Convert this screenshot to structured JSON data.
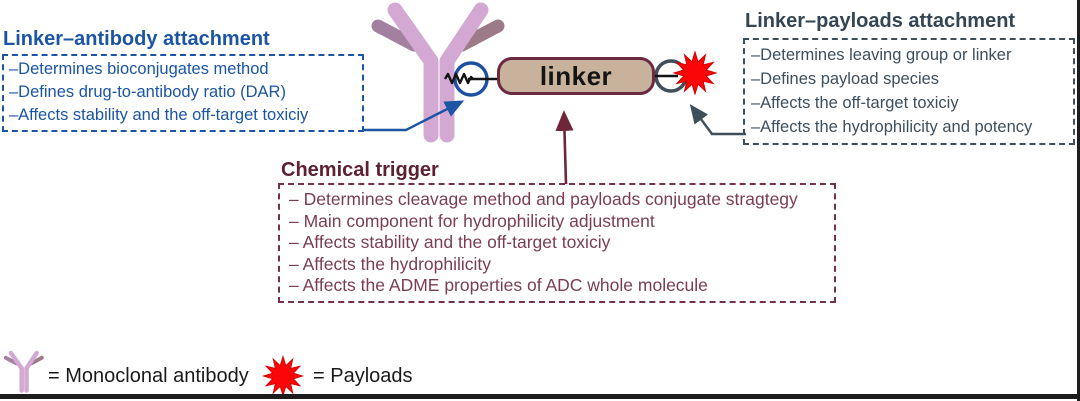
{
  "diagram": {
    "linker_label": "linker",
    "icons": {
      "antibody": "monoclonal-antibody-y-icon",
      "payload": "red-starburst-icon",
      "antibody_conjugation_site": "blue-circle-icon",
      "payload_conjugation_site": "gray-circle-icon",
      "attachment_bond": "zigzag-bond-icon"
    },
    "colors": {
      "blue": "#1b55a4",
      "slate": "#3e4f5c",
      "maroon_heading": "#5d2133",
      "maroon_text": "#7b3d56",
      "maroon_border": "#74304e",
      "linker_fill": "#c8b29b",
      "linker_border": "#6b2a42",
      "payload_red": "#fb0606",
      "antibody_plum": "#d3a8d2",
      "antibody_light_chain": "#a2809f"
    }
  },
  "boxes": {
    "linker_antibody": {
      "title": "Linker–antibody attachment",
      "items": [
        "–Determines bioconjugates method",
        "–Defines drug-to-antibody ratio (DAR)",
        "–Affects stability and the off-target toxiciy"
      ]
    },
    "chemical_trigger": {
      "title": "Chemical trigger",
      "items": [
        "– Determines cleavage method and payloads conjugate stragtegy",
        "– Main component for hydrophilicity adjustment",
        "– Affects stability and the off-target toxiciy",
        "– Affects the hydrophilicity",
        "– Affects the ADME properties of ADC whole molecule"
      ]
    },
    "linker_payloads": {
      "title": "Linker–payloads attachment",
      "items": [
        "–Determines leaving group or linker",
        "–Defines payload species",
        "–Affects the off-target toxiciy",
        "–Affects the hydrophilicity and potency"
      ]
    }
  },
  "legend": {
    "antibody_label": "= Monoclonal antibody",
    "payloads_label": "= Payloads"
  }
}
